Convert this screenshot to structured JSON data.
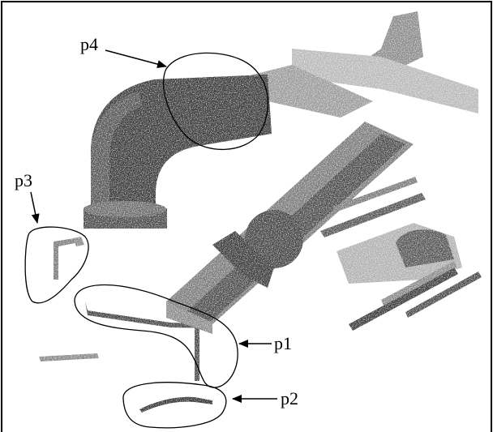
{
  "labels": {
    "p1": "p1",
    "p2": "p2",
    "p3": "p3",
    "p4": "p4"
  },
  "colors": {
    "frame": "#000000",
    "cloud_dark": "#3a3a3a",
    "cloud_mid": "#6a6a6a",
    "cloud_light": "#a8a8a8"
  }
}
